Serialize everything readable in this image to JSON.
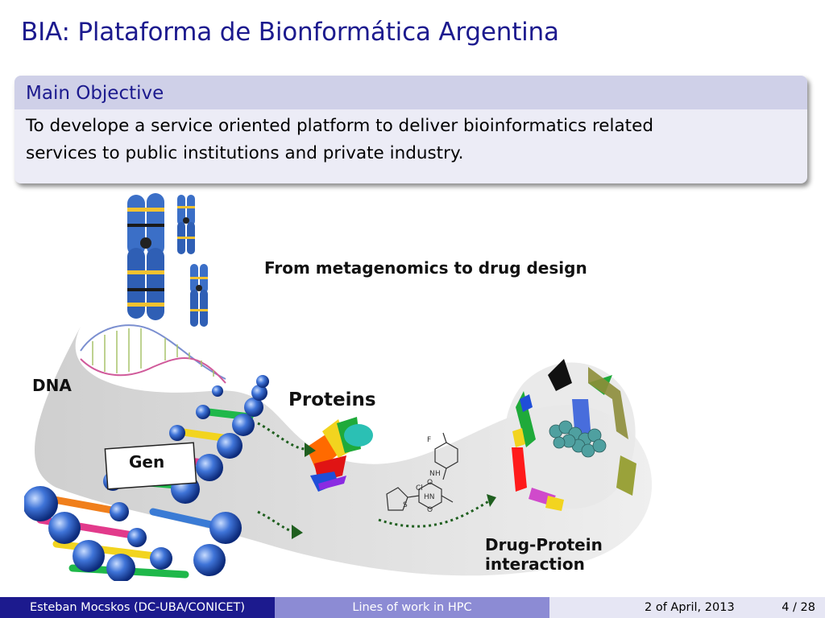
{
  "slide": {
    "title": "BIA: Plataforma de Bionformática Argentina",
    "block_title": "Main Objective",
    "block_body_line1": "To develope a service oriented platform to deliver bioinformatics related",
    "block_body_line2": "services to public institutions and private industry."
  },
  "figure": {
    "caption": "From metagenomics to drug design",
    "labels": {
      "dna": "DNA",
      "gen": "Gen",
      "proteins": "Proteins",
      "drug_protein_1": "Drug-Protein",
      "drug_protein_2": "interaction"
    },
    "molecule_atoms": [
      "F",
      "N",
      "H",
      "O",
      "Cl",
      "S",
      "HN",
      "O"
    ]
  },
  "footer": {
    "author": "Esteban Mocskos  (DC-UBA/CONICET)",
    "talk_title": "Lines of work in HPC",
    "date": "2 of April, 2013",
    "page": "4 / 28"
  },
  "colors": {
    "beamer_blue": "#1c1a8e",
    "block_title_bg": "#cfd0e8",
    "block_body_bg": "#ececf6",
    "footer_mid": "#8c8bd4"
  }
}
